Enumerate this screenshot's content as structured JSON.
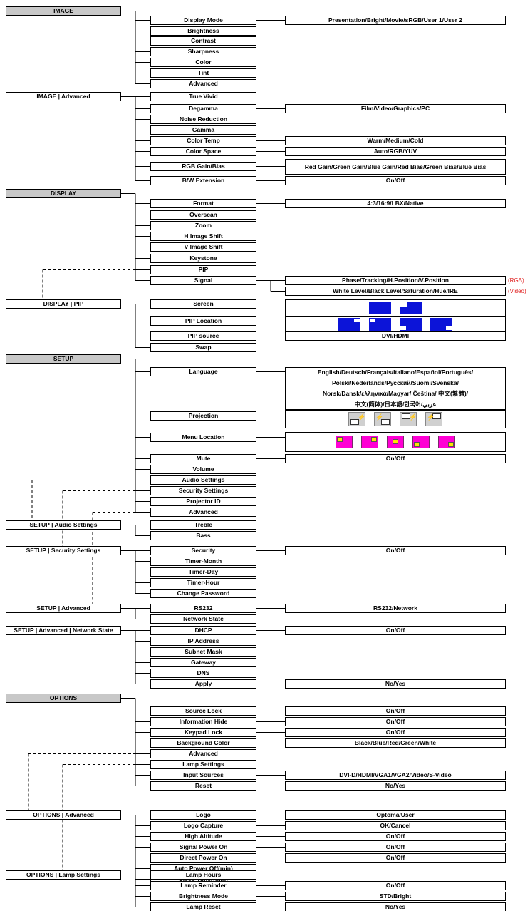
{
  "sections": [
    {
      "label": "IMAGE",
      "items": [
        "Display Mode",
        "Brightness",
        "Contrast",
        "Sharpness",
        "Color",
        "Tint",
        "Advanced"
      ],
      "options": {
        "Display Mode": "Presentation/Bright/Movie/sRGB/User 1/User 2"
      }
    },
    {
      "label": "IMAGE | Advanced",
      "items": [
        "True Vivid",
        "Degamma",
        "Noise Reduction",
        "Gamma",
        "Color Temp",
        "Color Space",
        "RGB Gain/Bias",
        "B/W Extension"
      ],
      "options": {
        "Degamma": "Film/Video/Graphics/PC",
        "Color Temp": "Warm/Medium/Cold",
        "Color Space": "Auto/RGB/YUV",
        "RGB Gain/Bias": "Red Gain/Green Gain/Blue Gain/Red Bias/Green Bias/Blue Bias",
        "B/W Extension": "On/Off"
      }
    },
    {
      "label": "DISPLAY",
      "items": [
        "Format",
        "Overscan",
        "Zoom",
        "H Image Shift",
        "V Image Shift",
        "Keystone",
        "PIP",
        "Signal"
      ],
      "options": {
        "Format": "4:3/16:9/LBX/Native"
      },
      "signal_options": [
        {
          "text": "Phase/Tracking/H.Position/V.Position",
          "tag": "(RGB)"
        },
        {
          "text": "White Level/Black Level/Saturation/Hue/IRE",
          "tag": "(Video)"
        }
      ]
    },
    {
      "label": "DISPLAY | PIP",
      "items": [
        "Screen",
        "PIP Location",
        "PIP source",
        "Swap"
      ],
      "options": {
        "PIP source": "DVI/HDMI"
      }
    },
    {
      "label": "SETUP",
      "items": [
        "Language",
        "Projection",
        "Menu Location",
        "Mute",
        "Volume",
        "Audio Settings",
        "Security Settings",
        "Projector ID",
        "Advanced"
      ],
      "options": {
        "Mute": "On/Off"
      },
      "language_lines": [
        "English/Deutsch/Français/Italiano/Español/Português/",
        "Polski/Nederlands/Русский/Suomi/Svenska/",
        "Norsk/Dansk/ελληνικά/Magyar/  Čeština/ 中文(繁體)/",
        "中文(简体)/日本語/한국어/عربي"
      ]
    },
    {
      "label": "SETUP | Audio Settings",
      "items": [
        "Treble",
        "Bass"
      ],
      "options": {}
    },
    {
      "label": "SETUP | Security Settings",
      "items": [
        "Security",
        "Timer-Month",
        "Timer-Day",
        "Timer-Hour",
        "Change Password"
      ],
      "options": {
        "Security": "On/Off"
      }
    },
    {
      "label": "SETUP | Advanced",
      "items": [
        "RS232",
        "Network State"
      ],
      "options": {
        "RS232": "RS232/Network"
      }
    },
    {
      "label": "SETUP | Advanced | Network State",
      "items": [
        "DHCP",
        "IP Address",
        "Subnet Mask",
        "Gateway",
        "DNS",
        "Apply"
      ],
      "options": {
        "DHCP": "On/Off",
        "Apply": "No/Yes"
      }
    },
    {
      "label": "OPTIONS",
      "items": [
        "Source Lock",
        "Information Hide",
        "Keypad Lock",
        "Background Color",
        "Advanced",
        "Lamp Settings",
        "Input Sources",
        "Reset"
      ],
      "options": {
        "Source Lock": "On/Off",
        "Information Hide": "On/Off",
        "Keypad Lock": "On/Off",
        "Background Color": "Black/Blue/Red/Green/White",
        "Input Sources": "DVI-D/HDMI/VGA1/VGA2/Video/S-Video",
        "Reset": "No/Yes"
      }
    },
    {
      "label": "OPTIONS | Advanced",
      "items": [
        "Logo",
        "Logo Capture",
        "High Altitude",
        "Signal Power On",
        "Direct Power On",
        "Auto Power Off(min)",
        "Sleep Timer(min)"
      ],
      "options": {
        "Logo": "Optoma/User",
        "Logo Capture": "OK/Cancel",
        "High Altitude": "On/Off",
        "Signal Power On": "On/Off",
        "Direct Power On": "On/Off"
      }
    },
    {
      "label": "OPTIONS | Lamp Settings",
      "items": [
        "Lamp Hours",
        "Lamp Reminder",
        "Brightness Mode",
        "Lamp Reset"
      ],
      "options": {
        "Lamp Reminder": "On/Off",
        "Brightness Mode": "STD/Bright",
        "Lamp Reset": "No/Yes"
      }
    }
  ],
  "icons": {
    "screen": [
      "pip-full-icon",
      "pip-corner-icon"
    ],
    "pip_location": [
      "pip-top-right-icon",
      "pip-top-left-icon",
      "pip-bottom-left-icon",
      "pip-bottom-right-icon"
    ],
    "projection": [
      "front-desktop-icon",
      "rear-desktop-icon",
      "front-ceiling-icon",
      "rear-ceiling-icon"
    ],
    "menu_location": [
      "menu-top-left-icon",
      "menu-top-right-icon",
      "menu-center-icon",
      "menu-bottom-left-icon",
      "menu-bottom-right-icon"
    ]
  },
  "colors": {
    "header_fill": "#c8c8c8",
    "pip_blue": "#0c14d8",
    "menu_magenta": "#ff00d4",
    "tag_red": "#e02020"
  }
}
